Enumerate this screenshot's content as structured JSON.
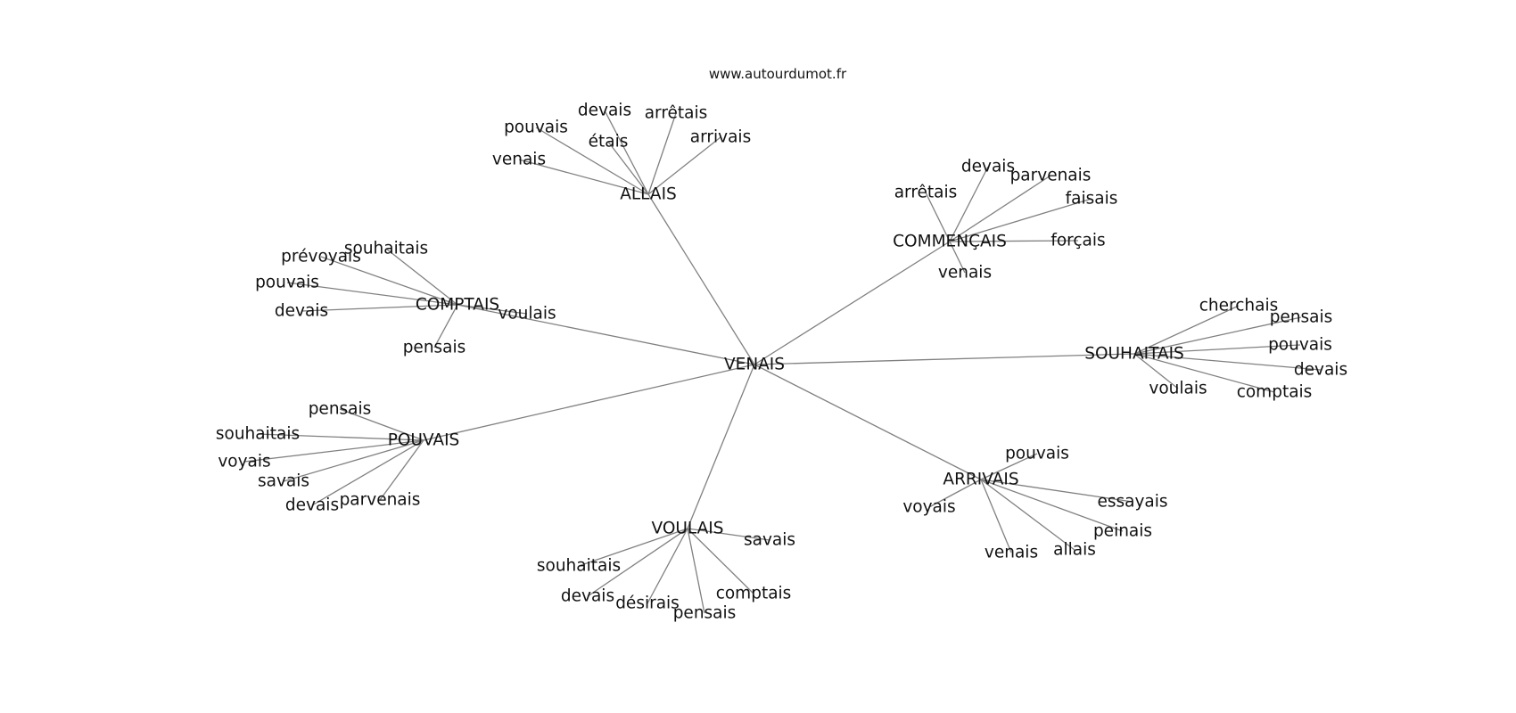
{
  "watermark": "www.autourdumot.fr",
  "graph": {
    "center": "VENAIS",
    "edge_color": "#808080",
    "text_color": "#111111",
    "hubs": [
      {
        "id": "allais",
        "label": "ALLAIS",
        "leaves": [
          "venais",
          "pouvais",
          "devais",
          "étais",
          "arrêtais",
          "arrivais"
        ]
      },
      {
        "id": "commencais",
        "label": "COMMENÇAIS",
        "leaves": [
          "arrêtais",
          "devais",
          "parvenais",
          "faisais",
          "forçais",
          "venais"
        ]
      },
      {
        "id": "souhaitais",
        "label": "SOUHAITAIS",
        "leaves": [
          "cherchais",
          "pensais",
          "pouvais",
          "devais",
          "comptais",
          "voulais"
        ]
      },
      {
        "id": "arrivais",
        "label": "ARRIVAIS",
        "leaves": [
          "pouvais",
          "voyais",
          "essayais",
          "peinais",
          "allais",
          "venais"
        ]
      },
      {
        "id": "voulais",
        "label": "VOULAIS",
        "leaves": [
          "savais",
          "souhaitais",
          "devais",
          "désirais",
          "pensais",
          "comptais"
        ]
      },
      {
        "id": "pouvais",
        "label": "POUVAIS",
        "leaves": [
          "pensais",
          "souhaitais",
          "voyais",
          "savais",
          "devais",
          "parvenais"
        ]
      },
      {
        "id": "comptais",
        "label": "COMPTAIS",
        "leaves": [
          "souhaitais",
          "prévoyais",
          "pouvais",
          "devais",
          "pensais",
          "voulais"
        ]
      }
    ]
  }
}
